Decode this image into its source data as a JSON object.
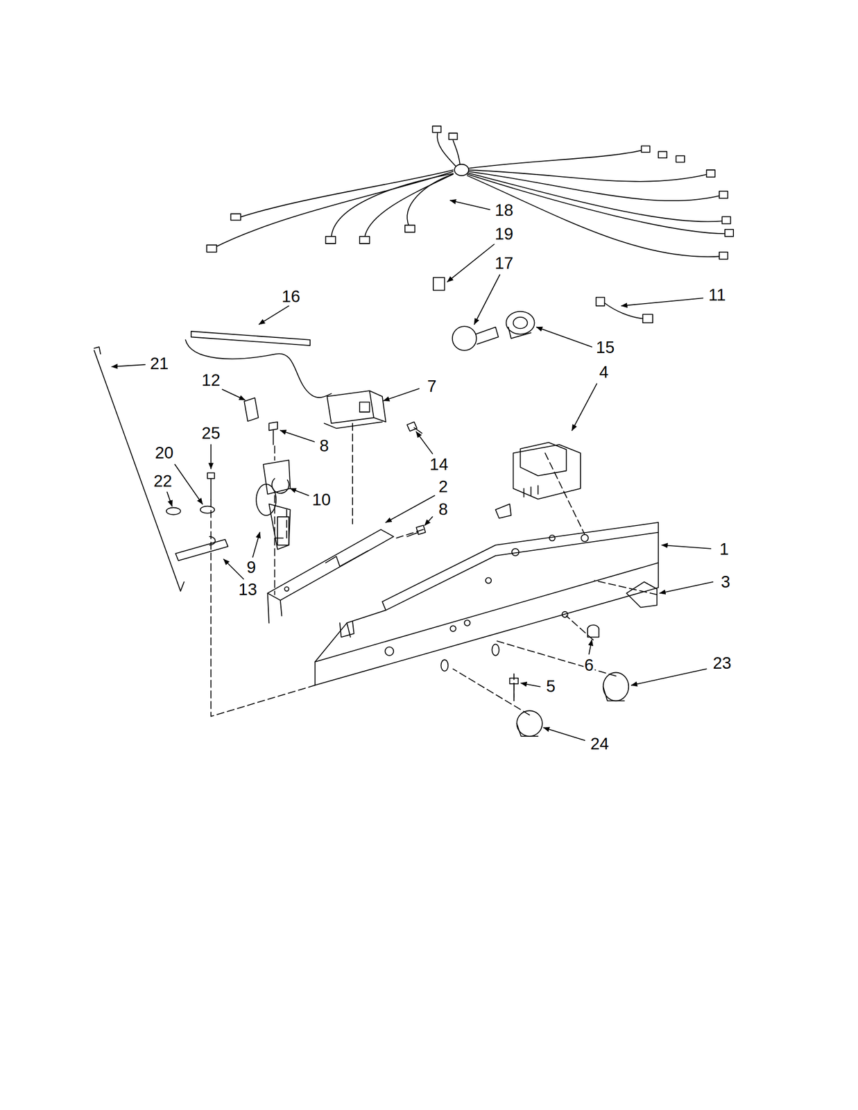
{
  "diagram": {
    "labels": [
      "18",
      "19",
      "17",
      "16",
      "11",
      "15",
      "21",
      "4",
      "12",
      "7",
      "25",
      "8",
      "14",
      "20",
      "22",
      "2",
      "10",
      "8",
      "1",
      "9",
      "3",
      "13",
      "23",
      "6",
      "5",
      "24"
    ]
  }
}
